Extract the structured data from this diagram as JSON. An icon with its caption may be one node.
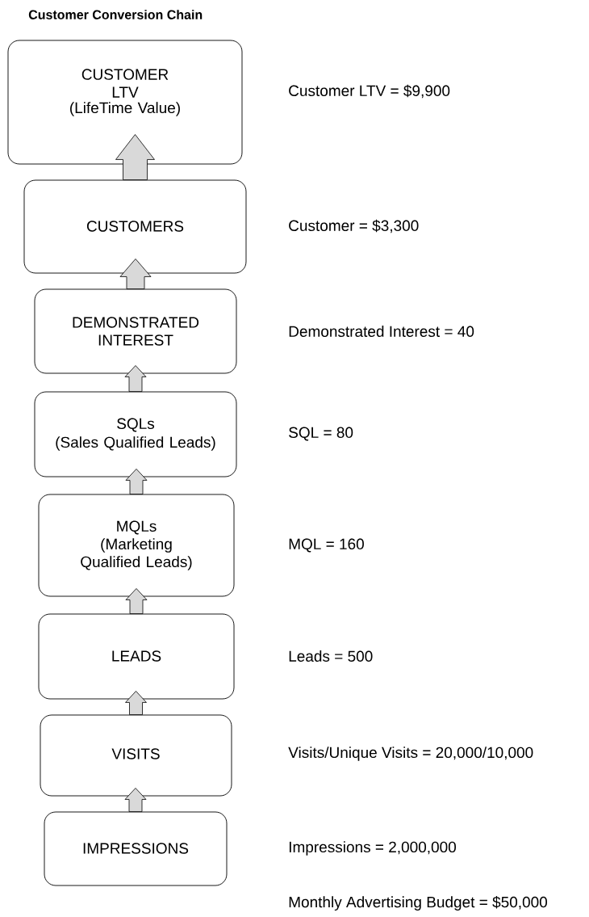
{
  "diagram": {
    "title": "Customer Conversion Chain",
    "nodes": [
      {
        "text": [
          "CUSTOMER LTV",
          "(LifeTime Value)"
        ],
        "beside": [
          "Customer LTV = $9,900"
        ]
      },
      {
        "text": [
          "CUSTOMERS"
        ],
        "beside": [
          "Customer = $3,300"
        ]
      },
      {
        "text": [
          "DEMONSTRATED INTEREST"
        ],
        "beside": [
          "Demonstrated Interest = 40"
        ]
      },
      {
        "text": [
          "SQLs",
          "(Sales Qualified Leads)"
        ],
        "beside": [
          "SQL = 80"
        ]
      },
      {
        "text": [
          "MQLs",
          "(Marketing Qualified Leads)"
        ],
        "beside": [
          "MQL = 160"
        ]
      },
      {
        "text": [
          "LEADS"
        ],
        "beside": [
          "Leads = 500"
        ]
      },
      {
        "text": [
          "VISITS"
        ],
        "beside": [
          "Visits/Unique Visits = 20,000/10,000"
        ]
      },
      {
        "text": [
          "IMPRESSIONS"
        ]
      }
    ],
    "edges": [
      {
        "from": 1,
        "to": 0,
        "arrow": "to"
      },
      {
        "from": 2,
        "to": 1,
        "arrow": "to"
      },
      {
        "from": 3,
        "to": 2,
        "arrow": "to"
      },
      {
        "from": 4,
        "to": 3,
        "arrow": "to"
      },
      {
        "from": 5,
        "to": 4,
        "arrow": "to"
      },
      {
        "from": 6,
        "to": 5,
        "arrow": "to"
      },
      {
        "from": 7,
        "to": 6,
        "arrow": "to"
      }
    ],
    "labels": [
      "Impressions = 2,000,000",
      "Monthly Advertising Budget = $50,000"
    ]
  }
}
